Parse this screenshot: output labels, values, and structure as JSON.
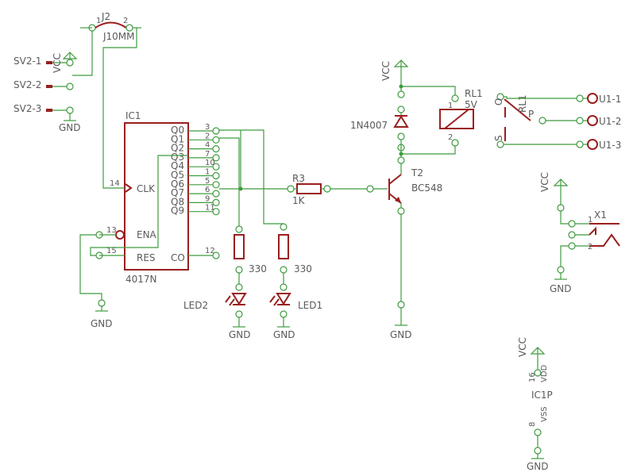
{
  "labels": {
    "j2": "J2",
    "j2_value": "J10MM",
    "j2_pin1": "1",
    "j2_pin2": "2",
    "sv21": "SV2-1",
    "sv22": "SV2-2",
    "sv23": "SV2-3",
    "vcc": "VCC",
    "gnd": "GND",
    "ic1": "IC1",
    "ic1_value": "4017N",
    "clk": "CLK",
    "ena": "ENA",
    "res": "RES",
    "co": "CO",
    "outputs": [
      "Q0",
      "Q1",
      "Q2",
      "Q3",
      "Q4",
      "Q5",
      "Q6",
      "Q7",
      "Q8",
      "Q9"
    ],
    "out_pins": [
      "3",
      "2",
      "4",
      "7",
      "10",
      "1",
      "5",
      "6",
      "9",
      "11"
    ],
    "pin14": "14",
    "pin13": "13",
    "pin15": "15",
    "pin12": "12",
    "r3": "R3",
    "r3_value": "1K",
    "r_330": "330",
    "led1": "LED1",
    "led2": "LED2",
    "t2": "T2",
    "t2_value": "BC548",
    "diode": "1N4007",
    "rl1": "RL1",
    "rl1_value": "5V",
    "rl1_sw": "RL1",
    "sw_o": "O",
    "sw_p": "P",
    "sw_s": "S",
    "rl_pin1": "1",
    "rl_pin2": "2",
    "u11": "U1-1",
    "u12": "U1-2",
    "u13": "U1-3",
    "x1": "X1",
    "x1_pin1": "1",
    "x1_pin2": "2",
    "ic1p": "IC1P",
    "vdd": "VDD",
    "vss": "VSS",
    "pin16": "16",
    "pin8": "8"
  }
}
